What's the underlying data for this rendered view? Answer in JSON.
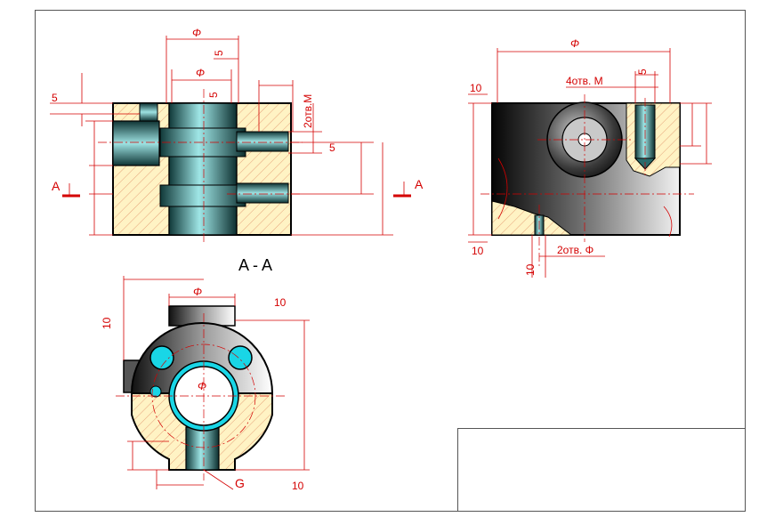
{
  "drawing": {
    "section_label": "A - A",
    "cut_plane_letter": "A",
    "front_view": {
      "dims": {
        "phi_top": "Φ",
        "phi_inner": "Φ",
        "five_a": "5",
        "five_b": "5",
        "five_left": "5",
        "five_right": "5",
        "holes_thread": "2отв.М"
      }
    },
    "side_view": {
      "dims": {
        "phi_top": "Φ",
        "holes_m": "4отв. М",
        "five": "5",
        "ten_top": "10",
        "ten_bottom": "10",
        "ten_small": "10",
        "holes_phi": "2отв. Φ"
      }
    },
    "bottom_view": {
      "dims": {
        "phi_top": "Φ",
        "phi_center": "Φ",
        "ten_left": "10",
        "ten_top": "10",
        "ten_bottom": "10",
        "thread_g": "G"
      }
    }
  },
  "colors": {
    "dimension": "#d40000",
    "hatch_fill": "#fff3c4",
    "metal_dark": "#1a1a1a",
    "teal": "#2a9a9a",
    "cyan_hole": "#19d6e6"
  }
}
